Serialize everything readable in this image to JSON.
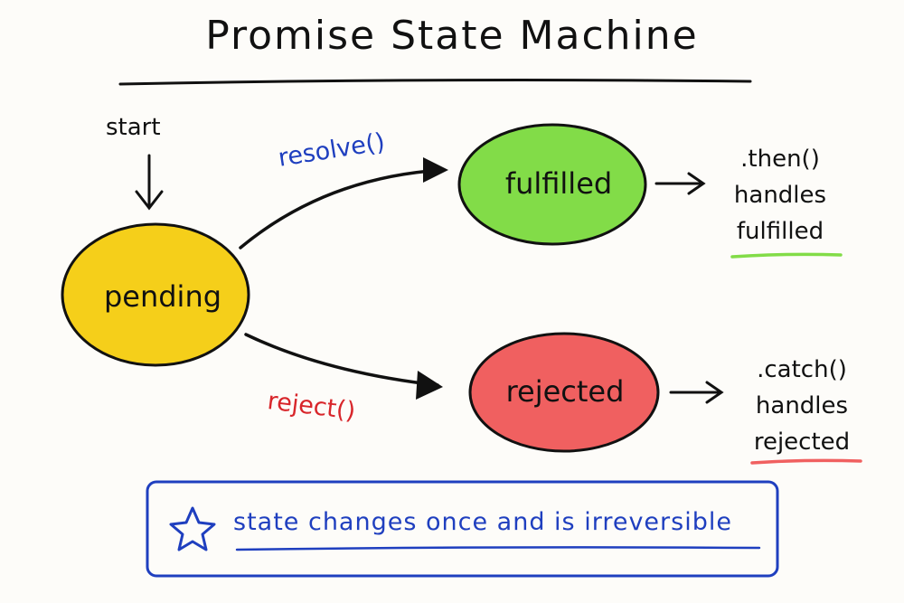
{
  "title": "Promise State Machine",
  "start_label": "start",
  "states": {
    "pending": {
      "label": "pending",
      "color": "#f5cf1a"
    },
    "fulfilled": {
      "label": "fulfilled",
      "color": "#82dc48"
    },
    "rejected": {
      "label": "rejected",
      "color": "#f06060"
    }
  },
  "transitions": {
    "resolve": {
      "label": "resolve()",
      "color": "#1f3fbf"
    },
    "reject": {
      "label": "reject()",
      "color": "#d8262b"
    }
  },
  "handlers": {
    "fulfilled": {
      "method": ".then()",
      "line2": "handles",
      "line3": "fulfilled",
      "underline_color": "#82dc48"
    },
    "rejected": {
      "method": ".catch()",
      "line2": "handles",
      "line3": "rejected",
      "underline_color": "#f06060"
    }
  },
  "note": {
    "text": "state changes once and is irreversible",
    "icon": "star-icon",
    "color": "#1f3fbf"
  }
}
